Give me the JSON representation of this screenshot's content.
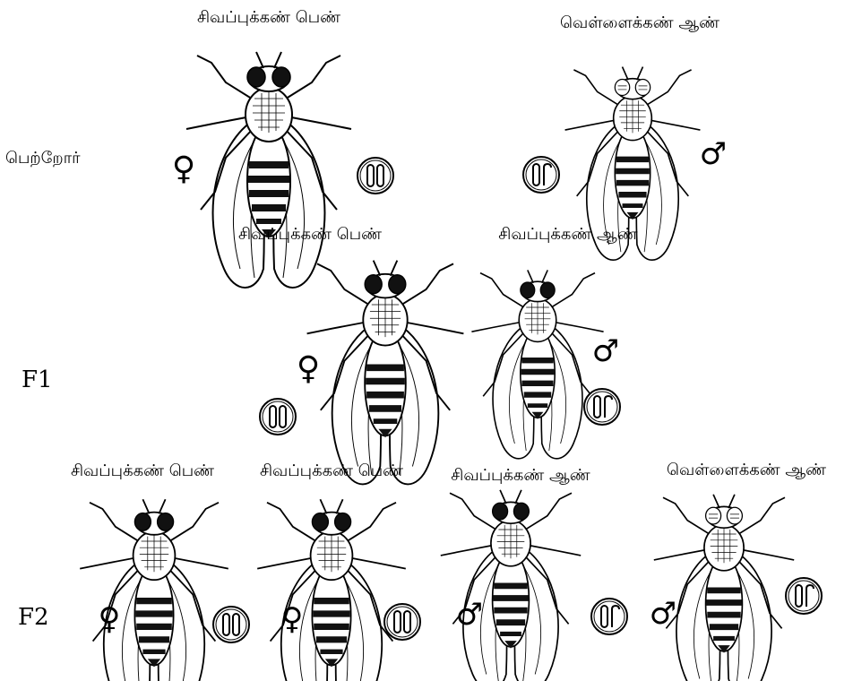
{
  "diagram": {
    "row_labels": {
      "parents": "பெற்றோர்",
      "f1": "F1",
      "f2": "F2"
    },
    "flies": [
      {
        "id": "p-female",
        "label": "சிவப்புக்கண் பெண்",
        "eye": "red",
        "sex_symbol": "♀",
        "chromosomes": "XX"
      },
      {
        "id": "p-male",
        "label": "வெள்ளைக்கண் ஆண்",
        "eye": "white",
        "sex_symbol": "♂",
        "chromosomes": "XY"
      },
      {
        "id": "f1-female",
        "label": "சிவப்புக்கண் பெண்",
        "eye": "red",
        "sex_symbol": "♀",
        "chromosomes": "XX"
      },
      {
        "id": "f1-male",
        "label": "சிவப்புக்கண் ஆண்",
        "eye": "red",
        "sex_symbol": "♂",
        "chromosomes": "XY"
      },
      {
        "id": "f2-female-1",
        "label": "சிவப்புக்கண் பெண்",
        "eye": "red",
        "sex_symbol": "♀",
        "chromosomes": "XX"
      },
      {
        "id": "f2-female-2",
        "label": "சிவப்புக்கண் பெண்",
        "eye": "red",
        "sex_symbol": "♀",
        "chromosomes": "XX"
      },
      {
        "id": "f2-male-1",
        "label": "சிவப்புக்கண் ஆண்",
        "eye": "red",
        "sex_symbol": "♂",
        "chromosomes": "XY"
      },
      {
        "id": "f2-male-2",
        "label": "வெள்ளைக்கண் ஆண்",
        "eye": "white",
        "sex_symbol": "♂",
        "chromosomes": "XY"
      }
    ]
  }
}
